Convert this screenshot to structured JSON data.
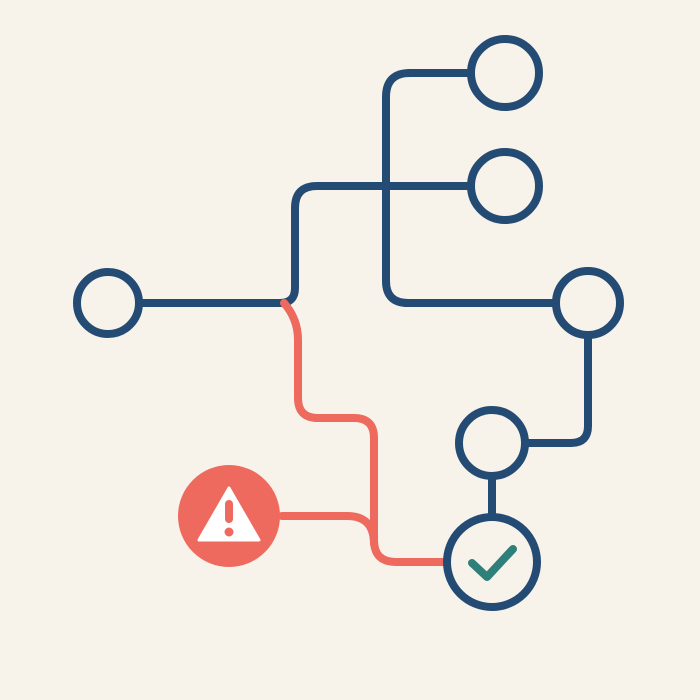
{
  "diagram": {
    "colors": {
      "background": "#F8F3EA",
      "primary_line": "#244B74",
      "alert_line": "#EE6A5E",
      "success_check": "#2F7F7A",
      "alert_fill": "#EE6A5E",
      "alert_icon": "#FFFFFF"
    },
    "nodes": [
      {
        "id": "source",
        "role": "start-node"
      },
      {
        "id": "top-right",
        "role": "node"
      },
      {
        "id": "upper-right",
        "role": "node"
      },
      {
        "id": "right-middle",
        "role": "node"
      },
      {
        "id": "lower-right",
        "role": "node"
      },
      {
        "id": "success",
        "role": "success-node",
        "icon": "check-icon"
      },
      {
        "id": "alert",
        "role": "alert-node",
        "icon": "warning-icon"
      }
    ],
    "connections": [
      {
        "from": "source",
        "to": "top-right",
        "status": "normal"
      },
      {
        "from": "source",
        "to": "upper-right",
        "status": "normal"
      },
      {
        "from": "source",
        "to": "right-middle",
        "status": "normal"
      },
      {
        "from": "right-middle",
        "to": "lower-right",
        "status": "normal"
      },
      {
        "from": "lower-right",
        "to": "success",
        "status": "normal"
      },
      {
        "from": "source",
        "to": "success",
        "status": "alert"
      },
      {
        "from": "alert",
        "to": "alert-path",
        "status": "alert"
      }
    ]
  }
}
